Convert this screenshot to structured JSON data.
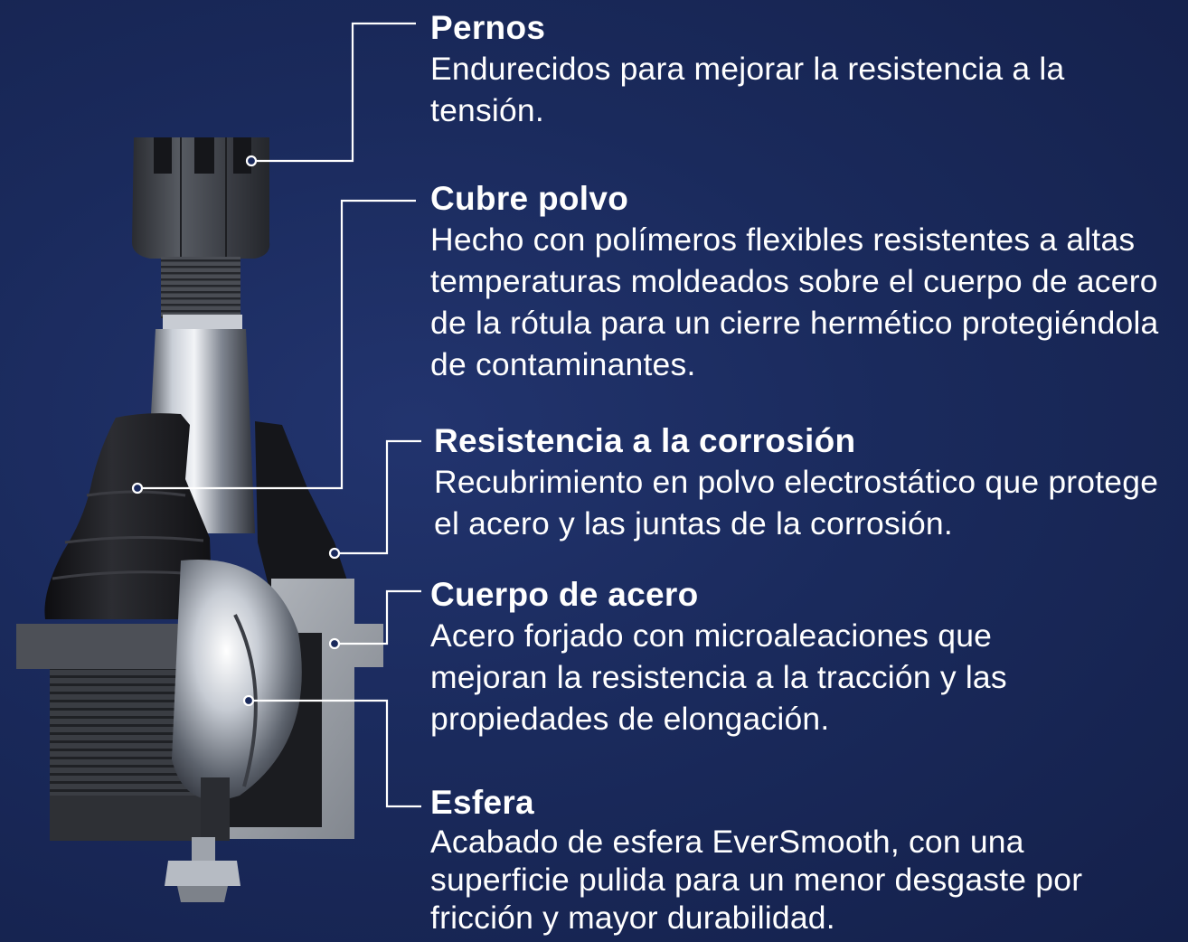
{
  "callouts": [
    {
      "title": "Pernos",
      "description": "Endurecidos para mejorar la resistencia a la tensión."
    },
    {
      "title": "Cubre polvo",
      "description": "Hecho con polímeros flexibles resistentes a altas temperaturas moldeados sobre el cuerpo de acero de la rótula para un cierre hermético protegiéndola de contaminantes."
    },
    {
      "title": "Resistencia a la corrosión",
      "description": "Recubrimiento en polvo electrostático que protege el acero y las juntas de la corrosión."
    },
    {
      "title": "Cuerpo de acero",
      "description": "Acero forjado con microaleaciones que mejoran la resistencia a la tracción y las propiedades de elongación."
    },
    {
      "title": "Esfera",
      "description": "Acabado de esfera EverSmooth, con una superficie pulida para un menor desgaste por fricción y mayor durabilidad."
    }
  ],
  "colors": {
    "background": "#1a2a5c",
    "text": "#ffffff",
    "rubber": "#1c1c1f",
    "steel": "#9aa0a8"
  }
}
